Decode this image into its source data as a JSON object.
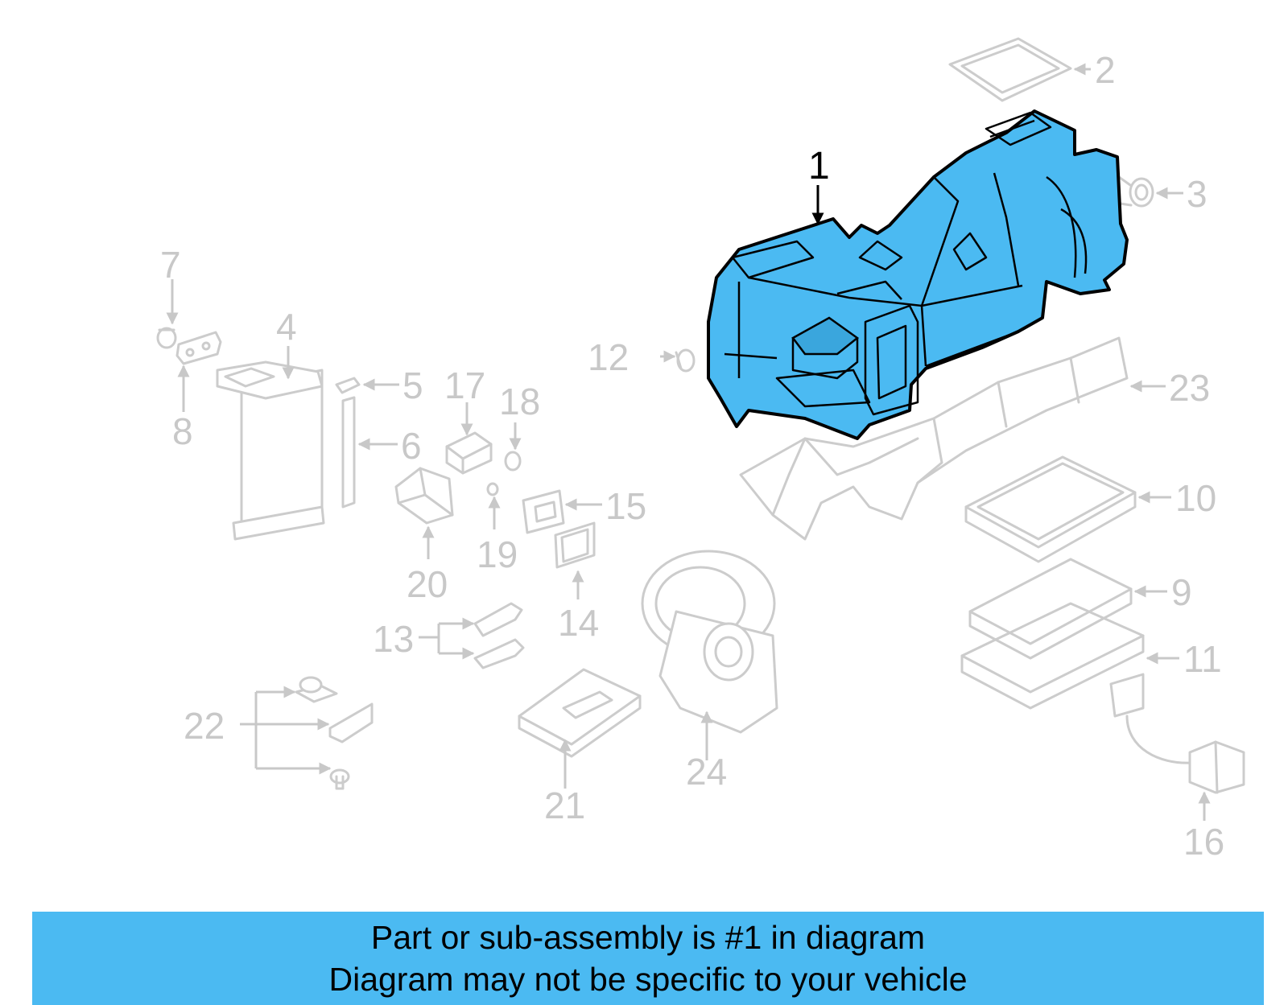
{
  "diagram": {
    "highlight_color": "#4bbaf2",
    "callouts": {
      "c1": "1",
      "c2": "2",
      "c3": "3",
      "c4": "4",
      "c5": "5",
      "c6": "6",
      "c7": "7",
      "c8": "8",
      "c9": "9",
      "c10": "10",
      "c11": "11",
      "c12": "12",
      "c13": "13",
      "c14": "14",
      "c15": "15",
      "c16": "16",
      "c17": "17",
      "c18": "18",
      "c19": "19",
      "c20": "20",
      "c21": "21",
      "c22": "22",
      "c23": "23",
      "c24": "24"
    }
  },
  "banner": {
    "line1": "Part or sub-assembly is #1 in diagram",
    "line2": "Diagram may not be specific to your vehicle"
  }
}
